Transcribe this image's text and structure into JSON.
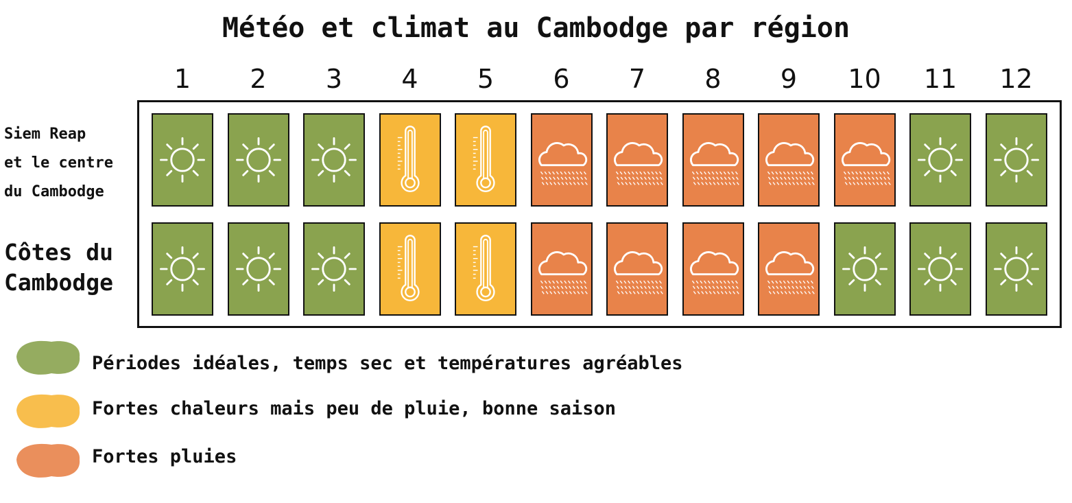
{
  "title": "Météo et climat au Cambodge par région",
  "months": [
    "1",
    "2",
    "3",
    "4",
    "5",
    "6",
    "7",
    "8",
    "9",
    "10",
    "11",
    "12"
  ],
  "colors": {
    "ideal": "#8aa34f",
    "hot": "#f7b73a",
    "rain": "#e8834a"
  },
  "regions": [
    {
      "label_lines": [
        "Siem Reap",
        "et le centre",
        "du Cambodge"
      ],
      "months": [
        "ideal",
        "ideal",
        "ideal",
        "hot",
        "hot",
        "rain",
        "rain",
        "rain",
        "rain",
        "rain",
        "ideal",
        "ideal"
      ]
    },
    {
      "label_lines": [
        "Côtes du",
        "Cambodge"
      ],
      "months": [
        "ideal",
        "ideal",
        "ideal",
        "hot",
        "hot",
        "rain",
        "rain",
        "rain",
        "rain",
        "ideal",
        "ideal",
        "ideal"
      ]
    }
  ],
  "icons": {
    "ideal": "sun-icon",
    "hot": "thermometer-icon",
    "rain": "rain-cloud-icon"
  },
  "legend": [
    {
      "type": "ideal",
      "text": "Périodes idéales, temps sec et températures agréables"
    },
    {
      "type": "hot",
      "text": "Fortes chaleurs mais peu de pluie, bonne saison"
    },
    {
      "type": "rain",
      "text": "Fortes pluies"
    }
  ]
}
